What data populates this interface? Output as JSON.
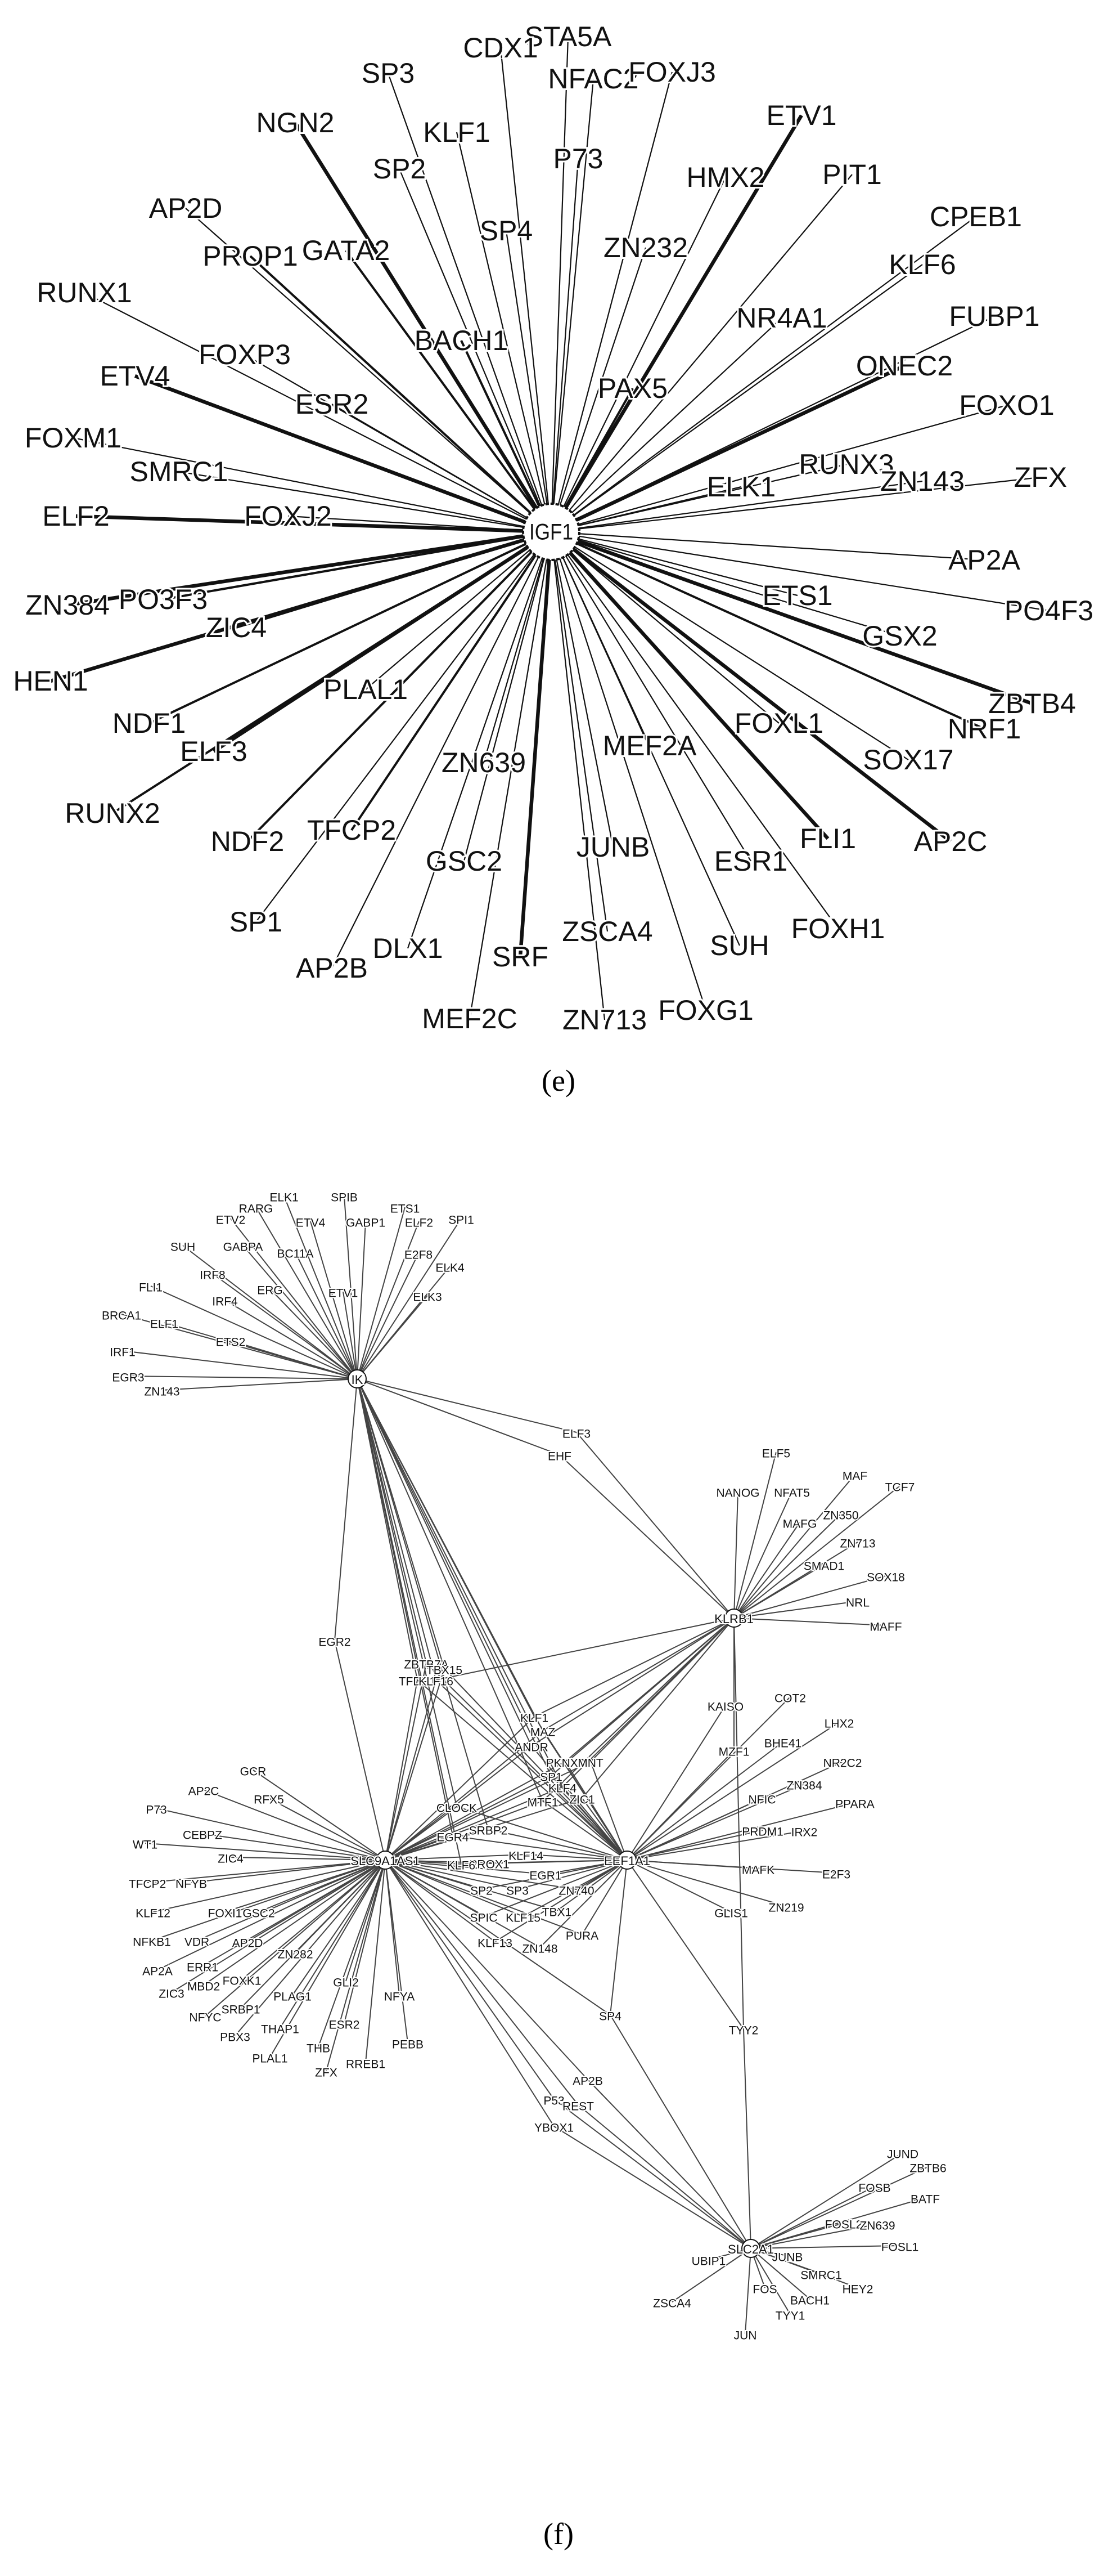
{
  "panels": [
    {
      "id": "e",
      "caption": "(e)",
      "hubs": [
        {
          "id": "hub",
          "label": "IGF1"
        }
      ],
      "nodes": [
        {
          "label": "STA5A",
          "hub": "hub"
        },
        {
          "label": "CDX1",
          "hub": "hub"
        },
        {
          "label": "SP3",
          "hub": "hub"
        },
        {
          "label": "NFAC2",
          "hub": "hub"
        },
        {
          "label": "FOXJ3",
          "hub": "hub"
        },
        {
          "label": "ETV1",
          "hub": "hub"
        },
        {
          "label": "NGN2",
          "hub": "hub"
        },
        {
          "label": "KLF1",
          "hub": "hub"
        },
        {
          "label": "P73",
          "hub": "hub"
        },
        {
          "label": "HMX2",
          "hub": "hub"
        },
        {
          "label": "PIT1",
          "hub": "hub"
        },
        {
          "label": "SP2",
          "hub": "hub"
        },
        {
          "label": "AP2D",
          "hub": "hub"
        },
        {
          "label": "SP4",
          "hub": "hub"
        },
        {
          "label": "CPEB1",
          "hub": "hub"
        },
        {
          "label": "PROP1",
          "hub": "hub"
        },
        {
          "label": "GATA2",
          "hub": "hub"
        },
        {
          "label": "ZN232",
          "hub": "hub"
        },
        {
          "label": "KLF6",
          "hub": "hub"
        },
        {
          "label": "RUNX1",
          "hub": "hub"
        },
        {
          "label": "FUBP1",
          "hub": "hub"
        },
        {
          "label": "BACH1",
          "hub": "hub"
        },
        {
          "label": "NR4A1",
          "hub": "hub"
        },
        {
          "label": "FOXP3",
          "hub": "hub"
        },
        {
          "label": "PAX5",
          "hub": "hub"
        },
        {
          "label": "ONEC2",
          "hub": "hub"
        },
        {
          "label": "ETV4",
          "hub": "hub"
        },
        {
          "label": "ESR2",
          "hub": "hub"
        },
        {
          "label": "FOXO1",
          "hub": "hub"
        },
        {
          "label": "FOXM1",
          "hub": "hub"
        },
        {
          "label": "RUNX3",
          "hub": "hub"
        },
        {
          "label": "SMRC1",
          "hub": "hub"
        },
        {
          "label": "ZN143",
          "hub": "hub"
        },
        {
          "label": "ZFX",
          "hub": "hub"
        },
        {
          "label": "ELK1",
          "hub": "hub"
        },
        {
          "label": "ELF2",
          "hub": "hub"
        },
        {
          "label": "FOXJ2",
          "hub": "hub"
        },
        {
          "label": "AP2A",
          "hub": "hub"
        },
        {
          "label": "ZN384",
          "hub": "hub"
        },
        {
          "label": "PO3F3",
          "hub": "hub"
        },
        {
          "label": "ETS1",
          "hub": "hub"
        },
        {
          "label": "PO4F3",
          "hub": "hub"
        },
        {
          "label": "ZIC4",
          "hub": "hub"
        },
        {
          "label": "GSX2",
          "hub": "hub"
        },
        {
          "label": "HEN1",
          "hub": "hub"
        },
        {
          "label": "ZBTB4",
          "hub": "hub"
        },
        {
          "label": "NDF1",
          "hub": "hub"
        },
        {
          "label": "PLAL1",
          "hub": "hub"
        },
        {
          "label": "NRF1",
          "hub": "hub"
        },
        {
          "label": "FOXL1",
          "hub": "hub"
        },
        {
          "label": "ELF3",
          "hub": "hub"
        },
        {
          "label": "MEF2A",
          "hub": "hub"
        },
        {
          "label": "SOX17",
          "hub": "hub"
        },
        {
          "label": "RUNX2",
          "hub": "hub"
        },
        {
          "label": "ZN639",
          "hub": "hub"
        },
        {
          "label": "NDF2",
          "hub": "hub"
        },
        {
          "label": "TFCP2",
          "hub": "hub"
        },
        {
          "label": "FLI1",
          "hub": "hub"
        },
        {
          "label": "AP2C",
          "hub": "hub"
        },
        {
          "label": "JUNB",
          "hub": "hub"
        },
        {
          "label": "ESR1",
          "hub": "hub"
        },
        {
          "label": "GSC2",
          "hub": "hub"
        },
        {
          "label": "SP1",
          "hub": "hub"
        },
        {
          "label": "FOXH1",
          "hub": "hub"
        },
        {
          "label": "ZSCA4",
          "hub": "hub"
        },
        {
          "label": "SUH",
          "hub": "hub"
        },
        {
          "label": "DLX1",
          "hub": "hub"
        },
        {
          "label": "AP2B",
          "hub": "hub"
        },
        {
          "label": "SRF",
          "hub": "hub"
        },
        {
          "label": "FOXG1",
          "hub": "hub"
        },
        {
          "label": "MEF2C",
          "hub": "hub"
        },
        {
          "label": "ZN713",
          "hub": "hub"
        }
      ]
    },
    {
      "id": "f",
      "caption": "(f)",
      "hubs": [
        {
          "id": "ik",
          "label": "IK"
        },
        {
          "id": "klrb1",
          "label": "KLRB1"
        },
        {
          "id": "sleb",
          "label": "SLC9A1AS1"
        },
        {
          "id": "eef",
          "label": "EEF1A1"
        },
        {
          "id": "slc2",
          "label": "SLC2A1"
        }
      ],
      "nodes": [
        {
          "label": "ELK1",
          "hub": "ik"
        },
        {
          "label": "SPIB",
          "hub": "ik"
        },
        {
          "label": "RARG",
          "hub": "ik"
        },
        {
          "label": "ETS1",
          "hub": "ik"
        },
        {
          "label": "ETV2",
          "hub": "ik"
        },
        {
          "label": "ETV4",
          "hub": "ik"
        },
        {
          "label": "GABP1",
          "hub": "ik"
        },
        {
          "label": "ELF2",
          "hub": "ik"
        },
        {
          "label": "SPI1",
          "hub": "ik"
        },
        {
          "label": "SUH",
          "hub": "ik"
        },
        {
          "label": "GABPA",
          "hub": "ik"
        },
        {
          "label": "BC11A",
          "hub": "ik"
        },
        {
          "label": "IRF8",
          "hub": "ik"
        },
        {
          "label": "E2F8",
          "hub": "ik"
        },
        {
          "label": "ELK4",
          "hub": "ik"
        },
        {
          "label": "FLI1",
          "hub": "ik"
        },
        {
          "label": "ERG",
          "hub": "ik"
        },
        {
          "label": "ETV1",
          "hub": "ik"
        },
        {
          "label": "IRF4",
          "hub": "ik"
        },
        {
          "label": "ELK3",
          "hub": "ik"
        },
        {
          "label": "BRCA1",
          "hub": "ik"
        },
        {
          "label": "ELF1",
          "hub": "ik"
        },
        {
          "label": "IRF1",
          "hub": "ik"
        },
        {
          "label": "ETS2",
          "hub": "ik"
        },
        {
          "label": "EGR3",
          "hub": "ik"
        },
        {
          "label": "ZN143",
          "hub": "ik"
        },
        {
          "label": "ELF5",
          "hub": "klrb1"
        },
        {
          "label": "MAF",
          "hub": "klrb1"
        },
        {
          "label": "NANOG",
          "hub": "klrb1"
        },
        {
          "label": "NFAT5",
          "hub": "klrb1"
        },
        {
          "label": "TCF7",
          "hub": "klrb1"
        },
        {
          "label": "ZN350",
          "hub": "klrb1"
        },
        {
          "label": "MAFG",
          "hub": "klrb1"
        },
        {
          "label": "ZN713",
          "hub": "klrb1"
        },
        {
          "label": "SMAD1",
          "hub": "klrb1"
        },
        {
          "label": "SOX18",
          "hub": "klrb1"
        },
        {
          "label": "NRL",
          "hub": "klrb1"
        },
        {
          "label": "MAFF",
          "hub": "klrb1"
        },
        {
          "label": "GCR",
          "hub": "sleb"
        },
        {
          "label": "AP2C",
          "hub": "sleb"
        },
        {
          "label": "RFX5",
          "hub": "sleb"
        },
        {
          "label": "P73",
          "hub": "sleb"
        },
        {
          "label": "CEBPZ",
          "hub": "sleb"
        },
        {
          "label": "WT1",
          "hub": "sleb"
        },
        {
          "label": "ZIC4",
          "hub": "sleb"
        },
        {
          "label": "TFCP2",
          "hub": "sleb"
        },
        {
          "label": "NFYB",
          "hub": "sleb"
        },
        {
          "label": "KLF12",
          "hub": "sleb"
        },
        {
          "label": "FOXI1",
          "hub": "sleb"
        },
        {
          "label": "GSC2",
          "hub": "sleb"
        },
        {
          "label": "NFKB1",
          "hub": "sleb"
        },
        {
          "label": "VDR",
          "hub": "sleb"
        },
        {
          "label": "AP2D",
          "hub": "sleb"
        },
        {
          "label": "AP2A",
          "hub": "sleb"
        },
        {
          "label": "ERR1",
          "hub": "sleb"
        },
        {
          "label": "ZN282",
          "hub": "sleb"
        },
        {
          "label": "FOXK1",
          "hub": "sleb"
        },
        {
          "label": "ZIC3",
          "hub": "sleb"
        },
        {
          "label": "MBD2",
          "hub": "sleb"
        },
        {
          "label": "GLI2",
          "hub": "sleb"
        },
        {
          "label": "PLAG1",
          "hub": "sleb"
        },
        {
          "label": "NFYC",
          "hub": "sleb"
        },
        {
          "label": "SRBP1",
          "hub": "sleb"
        },
        {
          "label": "NFYA",
          "hub": "sleb"
        },
        {
          "label": "PBX3",
          "hub": "sleb"
        },
        {
          "label": "THAP1",
          "hub": "sleb"
        },
        {
          "label": "ESR2",
          "hub": "sleb"
        },
        {
          "label": "PLAL1",
          "hub": "sleb"
        },
        {
          "label": "THB",
          "hub": "sleb"
        },
        {
          "label": "PEBB",
          "hub": "sleb"
        },
        {
          "label": "ZFX",
          "hub": "sleb"
        },
        {
          "label": "RREB1",
          "hub": "sleb"
        },
        {
          "label": "KAISO",
          "hub": "eef"
        },
        {
          "label": "COT2",
          "hub": "eef"
        },
        {
          "label": "LHX2",
          "hub": "eef"
        },
        {
          "label": "BHE41",
          "hub": "eef"
        },
        {
          "label": "NR2C2",
          "hub": "eef"
        },
        {
          "label": "ZN384",
          "hub": "eef"
        },
        {
          "label": "NFIC",
          "hub": "eef"
        },
        {
          "label": "PPARA",
          "hub": "eef"
        },
        {
          "label": "PRDM1",
          "hub": "eef"
        },
        {
          "label": "IRX2",
          "hub": "eef"
        },
        {
          "label": "E2F3",
          "hub": "eef"
        },
        {
          "label": "MAFK",
          "hub": "eef"
        },
        {
          "label": "GLIS1",
          "hub": "eef"
        },
        {
          "label": "ZN219",
          "hub": "eef"
        },
        {
          "label": "JUND",
          "hub": "slc2"
        },
        {
          "label": "ZBTB6",
          "hub": "slc2"
        },
        {
          "label": "FOSB",
          "hub": "slc2"
        },
        {
          "label": "BATF",
          "hub": "slc2"
        },
        {
          "label": "FOSL2",
          "hub": "slc2"
        },
        {
          "label": "ZN639",
          "hub": "slc2"
        },
        {
          "label": "FOSL1",
          "hub": "slc2"
        },
        {
          "label": "UBIP1",
          "hub": "slc2"
        },
        {
          "label": "JUNB",
          "hub": "slc2"
        },
        {
          "label": "SMRC1",
          "hub": "slc2"
        },
        {
          "label": "HEY2",
          "hub": "slc2"
        },
        {
          "label": "FOS",
          "hub": "slc2"
        },
        {
          "label": "BACH1",
          "hub": "slc2"
        },
        {
          "label": "ZSCA4",
          "hub": "slc2"
        },
        {
          "label": "TYY1",
          "hub": "slc2"
        },
        {
          "label": "JUN",
          "hub": "slc2"
        },
        {
          "label": "ELF3",
          "hubs": [
            "ik",
            "klrb1"
          ]
        },
        {
          "label": "EHF",
          "hubs": [
            "ik",
            "klrb1"
          ]
        },
        {
          "label": "EGR2",
          "hubs": [
            "ik",
            "sleb"
          ]
        },
        {
          "label": "ZBTB7A",
          "hubs": [
            "ik",
            "sleb",
            "eef"
          ]
        },
        {
          "label": "TBX15",
          "hubs": [
            "ik",
            "sleb",
            "eef"
          ]
        },
        {
          "label": "TFDP1",
          "hubs": [
            "ik",
            "sleb",
            "eef"
          ]
        },
        {
          "label": "KLF16",
          "hubs": [
            "ik",
            "sleb",
            "eef",
            "klrb1"
          ]
        },
        {
          "label": "KLF1",
          "hubs": [
            "ik",
            "sleb",
            "eef",
            "klrb1"
          ]
        },
        {
          "label": "MAZ",
          "hubs": [
            "ik",
            "sleb",
            "eef",
            "klrb1"
          ]
        },
        {
          "label": "ANDR",
          "hubs": [
            "ik",
            "sleb",
            "eef",
            "klrb1"
          ]
        },
        {
          "label": "PKNX2",
          "hubs": [
            "sleb",
            "eef",
            "klrb1"
          ]
        },
        {
          "label": "MNT",
          "hubs": [
            "sleb",
            "eef",
            "klrb1"
          ]
        },
        {
          "label": "SP1",
          "hubs": [
            "ik",
            "sleb",
            "eef",
            "klrb1"
          ]
        },
        {
          "label": "KLF4",
          "hubs": [
            "ik",
            "sleb",
            "eef",
            "klrb1"
          ]
        },
        {
          "label": "ZIC1",
          "hubs": [
            "sleb",
            "eef",
            "klrb1"
          ]
        },
        {
          "label": "MTF1",
          "hubs": [
            "ik",
            "sleb",
            "eef",
            "klrb1"
          ]
        },
        {
          "label": "CLOCK",
          "hubs": [
            "ik",
            "sleb",
            "eef"
          ]
        },
        {
          "label": "SRBP2",
          "hubs": [
            "ik",
            "sleb",
            "eef"
          ]
        },
        {
          "label": "EGR4",
          "hubs": [
            "ik",
            "sleb",
            "eef"
          ]
        },
        {
          "label": "PROX1",
          "hubs": [
            "sleb",
            "eef"
          ]
        },
        {
          "label": "KLF14",
          "hubs": [
            "sleb",
            "eef"
          ]
        },
        {
          "label": "KLF6",
          "hubs": [
            "ik",
            "sleb",
            "eef"
          ]
        },
        {
          "label": "EGR1",
          "hubs": [
            "sleb",
            "eef"
          ]
        },
        {
          "label": "SP2",
          "hubs": [
            "sleb",
            "eef"
          ]
        },
        {
          "label": "SP3",
          "hubs": [
            "sleb",
            "eef"
          ]
        },
        {
          "label": "ZN740",
          "hubs": [
            "sleb",
            "eef"
          ]
        },
        {
          "label": "SPIC",
          "hubs": [
            "sleb",
            "eef"
          ]
        },
        {
          "label": "KLF15",
          "hubs": [
            "sleb",
            "eef"
          ]
        },
        {
          "label": "TBX1",
          "hubs": [
            "sleb",
            "eef"
          ]
        },
        {
          "label": "PURA",
          "hubs": [
            "sleb",
            "eef"
          ]
        },
        {
          "label": "KLF13",
          "hubs": [
            "sleb",
            "eef"
          ]
        },
        {
          "label": "ZN148",
          "hubs": [
            "sleb",
            "eef"
          ]
        },
        {
          "label": "MZF1",
          "hubs": [
            "eef",
            "klrb1"
          ]
        },
        {
          "label": "SP4",
          "hubs": [
            "sleb",
            "eef",
            "slc2"
          ]
        },
        {
          "label": "TYY2",
          "hubs": [
            "eef",
            "slc2",
            "klrb1"
          ]
        },
        {
          "label": "AP2B",
          "hubs": [
            "sleb",
            "slc2"
          ]
        },
        {
          "label": "P53",
          "hubs": [
            "sleb",
            "slc2"
          ]
        },
        {
          "label": "REST",
          "hubs": [
            "sleb",
            "slc2"
          ]
        },
        {
          "label": "YBOX1",
          "hubs": [
            "sleb",
            "slc2"
          ]
        }
      ]
    }
  ]
}
